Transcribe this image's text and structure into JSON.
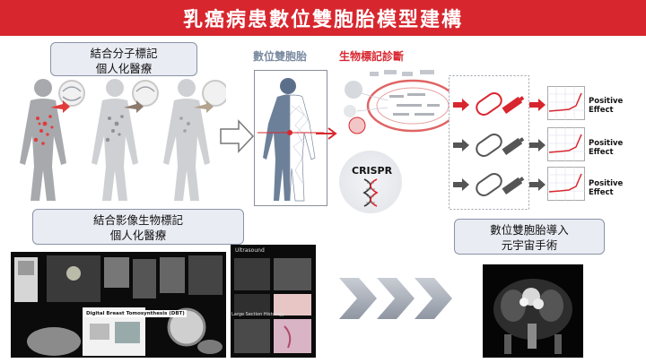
{
  "title": "乳癌病患數位雙胞胎模型建構",
  "callouts": {
    "molecular": {
      "line1": "結合分子標記",
      "line2": "個人化醫療"
    },
    "imaging": {
      "line1": "結合影像生物標記",
      "line2": "個人化醫療"
    },
    "metaverse": {
      "line1": "數位雙胞胎導入",
      "line2": "元宇宙手術"
    }
  },
  "labels": {
    "digital_twin": "數位雙胞胎",
    "biomarker_diagnosis": "生物標記診斷",
    "crispr": "CRISPR",
    "dbt": "Digital Breast Tomosynthesis (DBT)",
    "ultrasound": "Ultrasound",
    "large_section": "Large Section Histology"
  },
  "effects": [
    {
      "line1": "Positive",
      "line2": "Effect"
    },
    {
      "line1": "Positive",
      "line2": "Effect"
    },
    {
      "line1": "Positive",
      "line2": "Effect"
    }
  ],
  "colors": {
    "accent": "#d8262e",
    "gray_label": "#7a8aa0",
    "callout_bg": "#e9ecf3"
  },
  "icons": [
    "human-silhouette-icon",
    "magnifier-icon",
    "arrow-right-icon",
    "dna-helix-icon",
    "syringe-icon",
    "capsule-icon",
    "trend-chart-icon",
    "chevron-right-icon"
  ]
}
